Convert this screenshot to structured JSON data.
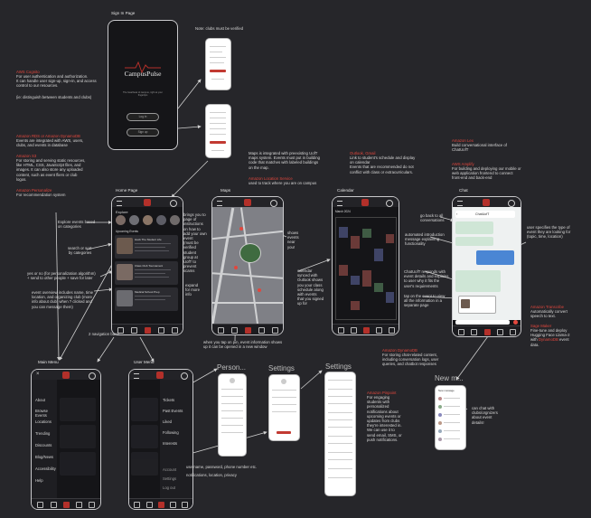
{
  "screens": {
    "sign_in": {
      "label": "Sign In Page",
      "app_name": "CampusPulse",
      "tagline": "The heartbeat of campus, right at your fingertips",
      "login_label": "Log in",
      "signup_label": "Sign up"
    },
    "home": {
      "label": "Home Page"
    },
    "maps": {
      "label": "Maps"
    },
    "calendar": {
      "label": "Calendar",
      "month": "March 2024"
    },
    "chat": {
      "label": "Chat",
      "title": "ChatUofT"
    },
    "main_menu": {
      "label": "Main Menu",
      "items": [
        "About",
        "Browse Events",
        "Locations",
        "Trending",
        "Discounts",
        "Blog/News",
        "Accessibility",
        "Help"
      ]
    },
    "user_menu": {
      "label": "User Menu",
      "items": [
        "Tickets",
        "Past Events",
        "Liked",
        "Following",
        "Interests",
        "Account",
        "Settings",
        "Log out"
      ]
    },
    "person": {
      "label": "Person..."
    },
    "settings1": {
      "label": "Settings"
    },
    "settings2": {
      "label": "Settings"
    },
    "new_message": {
      "label": "New m...",
      "heading": "New message"
    }
  },
  "home_ui": {
    "explore": "Explore",
    "upcoming": "Upcoming Events",
    "events": [
      "Hack The Student Life",
      "Class Club Tournament",
      "Medical School Prep"
    ]
  },
  "annotations": {
    "clubs_verified": "Note: clubs must be verified",
    "aws_cognito_title": "AWS Cognito",
    "aws_cognito_body": "For user authentication and authorization.\nIt can handle user sign-up, sign-in, and access\ncontrol to our resources.",
    "aws_cognito_note": "(ie: distinguish between students and clubs)",
    "rds_title": "Amazon RDS or Amazon DynamoDB",
    "rds_body": "Events are integrated with AWS, users,\nclubs, and events in database",
    "s3_title": "Amazon S3",
    "s3_body": "For storing and serving static resources,\nlike HTML, CSS, JavaScript files, and\nimages. It can also store any uploaded\ncontent, such as event fliers or club\nlogos.",
    "personalize_title": "Amazon Personalize",
    "personalize_body": "For recommendation system",
    "maps_integrated": "Maps is integrated with preexisting UofT\nmaps system. Events must put in building\ncode that matches with labeled buildings\non the map.",
    "location_title": "Amazon Location Service",
    "location_body": "used to track where you are on campus",
    "outlook_title": "Outlook, Gmail",
    "outlook_body": "Link to student's schedule and display\non calendar\nEvents that are recommended do not\nconflict with class or extracurriculars.",
    "lex_title": "Amazon Lex",
    "lex_body": "Build conversational interface of\nChatUofT",
    "amplify_title": "AWS Amplify",
    "amplify_body": "For building and deploying our mobile or\nweb application frontend to connect\nfront-end and back-end",
    "explore_events": "Explore events based\non categories",
    "search_sort": "search or sort\nby categories",
    "yes_no": "yes or no (for personalization algorithm)\n+ send to other people + save for later",
    "event_overview": "event overview includes name, time\nlocation, and organizing club (more\ninfo about club: when ? clicked and\nyou can message them)",
    "brings_you": "brings you to\npage of\ninstructions\non how to\nadd your own\nevent\n(must be\nverified\nstudent\ngroup at\nUofT to\nprevent\nscams",
    "expand": "expand\nfor more\ninfo",
    "shows_events": "shows\nevents\nnear\nyou!",
    "calendar_synced": "calendar\nsynced with\nOutlook shows\nyou your class\nschedule along\nwith events\nthat you signed\nup for",
    "tap_pin": "when you tap on pin, event information shows\nup it can be opened in a new window",
    "go_back": "go back to all\nconversations",
    "automated_intro": "automated introduction\nmessage explaining\nfunctionality",
    "chatuoft_responds": "ChatUofT responds with\nevent details and explains\nto user why it fits the\nuser's requirements",
    "tap_event": "tap on the event to view\nall the information in a\nseparate page",
    "user_specifies": "user specifies the type of\nevent they are looking for\n(topic, time, location)",
    "transcribe_title": "Amazon Transcribe",
    "transcribe_body": "Automatically convert\nspeech to text.",
    "sagemaker_title": "Sage Maker",
    "sagemaker_body_a": "Fine-tune and deploy\nHugging Face Llama-2\nwith ",
    "sagemaker_body_link": "DynamoDB",
    "sagemaker_body_b": " event\ndata.",
    "dynamo_title": "Amazon DynamoDB",
    "dynamo_body": "For storing chat-related content,\nincluding conversation logs, user\nqueries, and chatbot responses",
    "nav_bars": "2 navigation bars!",
    "pinpoint_title": "Amazon Pinpoint",
    "pinpoint_body": "For engaging\nstudents with\npersonalized\nnotifications about\nupcoming events or\nupdates from clubs\nthey're interested in.\nWe can use it to\nsend email, SMS, or\npush notifications.",
    "can_chat": "can chat with\nclubs/orgnizers\nabout event\ndetails!",
    "account_fields": "username, password, phone number etc.",
    "settings_fields": "notifications, location, privacy"
  },
  "colors": {
    "background": "#26262a",
    "accent": "#e2473d",
    "phone_border": "#c9c9cc"
  }
}
